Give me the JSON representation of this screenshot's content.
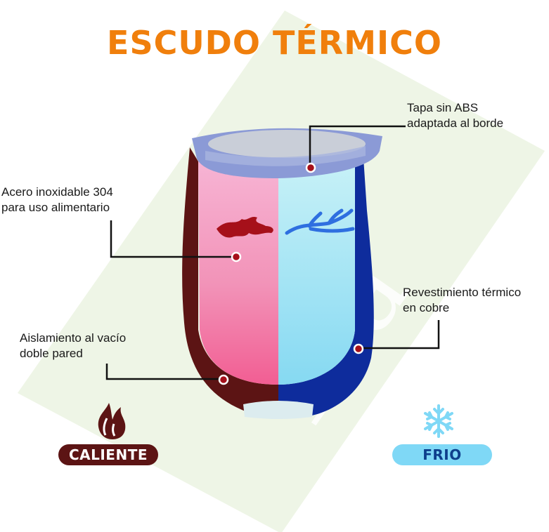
{
  "title": "ESCUDO TÉRMICO",
  "colors": {
    "title": "#f07f0c",
    "hot_dark": "#5c1414",
    "cold_dark": "#0e2c9c",
    "lid": "#8b9ad6",
    "pink": "#f49ac0",
    "cyan": "#9fe3f4",
    "marker": "#a6101a",
    "pill_cold": "#7fd8f6",
    "watermark": "#eef5e6"
  },
  "callouts": {
    "lid": {
      "line1": "Tapa sin ABS",
      "line2": "adaptada al borde"
    },
    "steel": {
      "line1": "Acero inoxidable 304",
      "line2": "para uso alimentario"
    },
    "copper": {
      "line1": "Revestimiento térmico",
      "line2": "en cobre"
    },
    "vacuum": {
      "line1": "Aislamiento al vacío",
      "line2": "doble pared"
    }
  },
  "badges": {
    "hot": {
      "label": "CALIENTE",
      "icon": "flame-icon"
    },
    "cold": {
      "label": "FRIO",
      "icon": "snowflake-icon"
    }
  }
}
